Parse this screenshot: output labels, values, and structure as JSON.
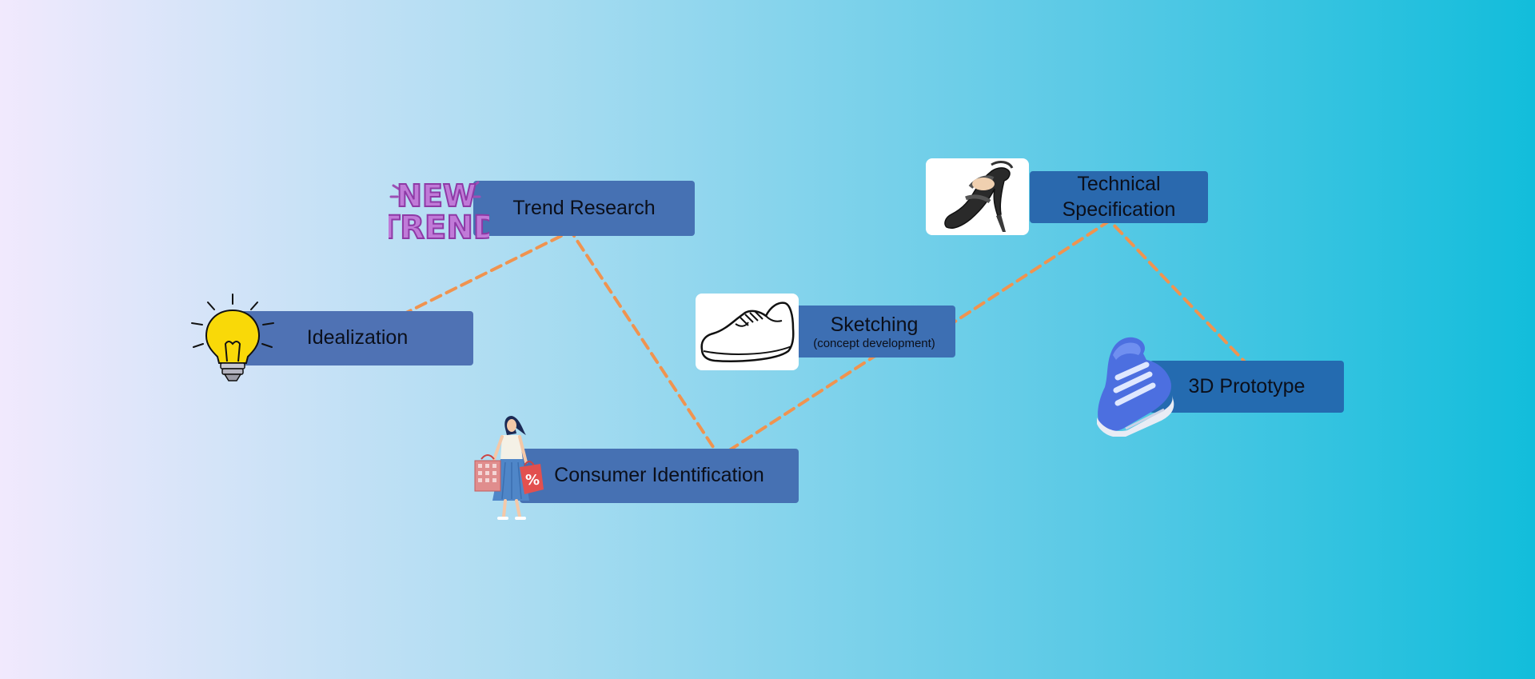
{
  "steps": {
    "idealization": "Idealization",
    "trend_research": "Trend Research",
    "consumer_identification": "Consumer Identification",
    "sketching": "Sketching",
    "sketching_sub": "(concept development)",
    "technical_line1": "Technical",
    "technical_line2": "Specification",
    "prototype": "3D Prototype"
  },
  "badge": {
    "line1": "NEW",
    "line2": "TREND"
  },
  "colors": {
    "connector": "#f0934f",
    "box_primary": "#4671b3",
    "box_dark": "#2a69ae",
    "background_left": "#f1e9fd",
    "background_right": "#12bddb"
  },
  "icons": [
    "lightbulb-icon",
    "new-trend-badge",
    "shopper-illustration",
    "sneaker-sketch",
    "high-heel-sandal",
    "3d-sneaker"
  ]
}
